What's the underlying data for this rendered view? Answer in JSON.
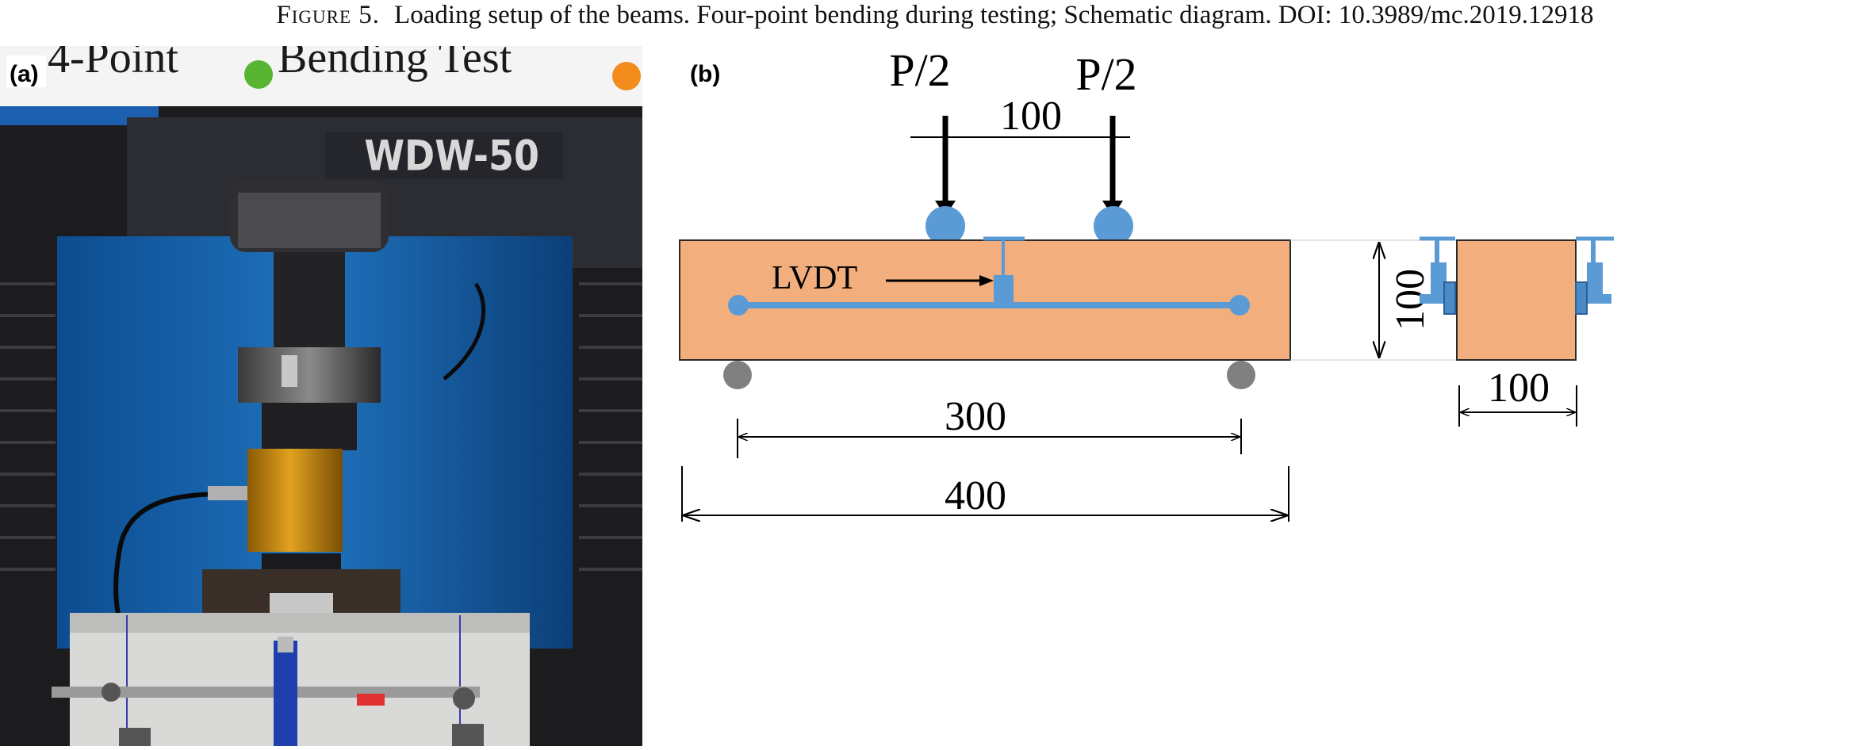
{
  "caption": {
    "figure_label": "Figure 5.",
    "text": "Loading setup of the beams. Four-point bending during testing; Schematic diagram. DOI: 10.3989/mc.2019.12918"
  },
  "panel_a": {
    "label": "(a)",
    "banner_text_1": "4-Point",
    "banner_text_2": "Bending Test",
    "machine_model": "WDW-50"
  },
  "panel_b": {
    "label": "(b)",
    "load_left": "P/2",
    "load_right": "P/2",
    "load_spacing": "100",
    "lvdt_label": "LVDT",
    "height_dim": "100",
    "support_span": "300",
    "beam_length": "400",
    "section_width": "100"
  },
  "colors": {
    "beam_fill": "#f2ae7d",
    "beam_outline": "#2a2a2a",
    "lvdt_blue": "#5b9bd5",
    "support_grey": "#808080",
    "photo_blue": "#1f63a8"
  }
}
